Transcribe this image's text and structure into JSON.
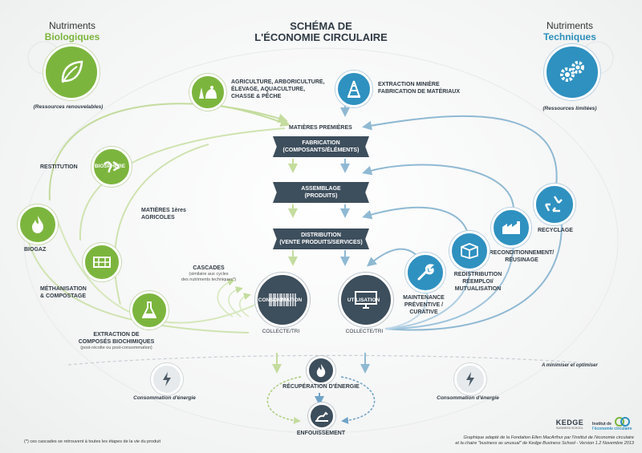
{
  "title": {
    "line1": "SCHÉMA DE",
    "line2": "L'ÉCONOMIE CIRCULAIRE"
  },
  "bio": {
    "line1": "Nutriments",
    "line2": "Biologiques",
    "note": "(Ressources renouvelables)"
  },
  "tech": {
    "line1": "Nutriments",
    "line2": "Techniques",
    "note": "(Ressources limitées)"
  },
  "agri": {
    "l1": "AGRICULTURE, ARBORICULTURE,",
    "l2": "ÉLEVAGE, AQUACULTURE,",
    "l3": "CHASSE & PÊCHE"
  },
  "mining": {
    "l1": "EXTRACTION MINIÈRE",
    "l2": "FABRICATION DE MATÉRIAUX"
  },
  "matieres": "MATIÈRES PREMIÈRES",
  "fabrication": {
    "l1": "FABRICATION",
    "l2": "(COMPOSANTS/ÉLÉMENTS)"
  },
  "assemblage": {
    "l1": "ASSEMBLAGE",
    "l2": "(PRODUITS)"
  },
  "distribution": {
    "l1": "DISTRIBUTION",
    "l2": "(VENTE PRODUITS/SERVICES)"
  },
  "restitution": "RESTITUTION",
  "biosphere": "BIOSPHÈRE",
  "biogaz": "BIOGAZ",
  "methanisation": {
    "l1": "MÉTHANISATION",
    "l2": "& COMPOSTAGE"
  },
  "extraction_bio": {
    "l1": "EXTRACTION DE",
    "l2": "COMPOSÉS BIOCHIMIQUES",
    "l3": "(post-récolte ou post-consommation)"
  },
  "matieres_agricoles": {
    "l1": "MATIÈRES 1ères",
    "l2": "AGRICOLES"
  },
  "cascades": {
    "title": "CASCADES",
    "l1": "(similaire aux cycles",
    "l2": "des nutriments techniques*)"
  },
  "consommation": {
    "label": "CONSOMMATION",
    "caption": "COLLECTE/TRI"
  },
  "utilisation": {
    "label": "UTILISATION",
    "caption": "COLLECTE/TRI"
  },
  "recyclage": "RECYCLAGE",
  "reconditionnement": {
    "l1": "RECONDITIONNEMENT/",
    "l2": "RÉUSINAGE"
  },
  "redistribution": {
    "l1": "REDISTRIBUTION",
    "l2": "RÉEMPLOI/",
    "l3": "MUTUALISATION"
  },
  "maintenance": {
    "l1": "MAINTENANCE",
    "l2": "PRÉVENTIVE /",
    "l3": "CURATIVE"
  },
  "minimiser": "A minimiser et optimiser",
  "energy_left": "Consommation d'énergie",
  "energy_right": "Consommation d'énergie",
  "recuperation": "RÉCUPÉRATION D'ÉNERGIE",
  "enfouissement": "ENFOUISSEMENT",
  "footnote": "(*) ces cascades se retrouvent à toutes les étapes de la vie du produit",
  "credits": {
    "l1": "Graphique adapté de la Fondation Ellen MacArthur par l'Institut de l'économie circulaire",
    "l2": "et la chaire \"business as unusual\" de Kedge Business School - Version 1.2 Novembre 2013"
  },
  "logos": {
    "kedge": "KEDGE",
    "kedge_sub": "BUSINESS SCHOOL",
    "institut1": "Institut de",
    "institut2": "l'économie circulaire"
  },
  "colors": {
    "green": "#7cb53e",
    "blue": "#2f91c0",
    "dark": "#3d4e5c"
  }
}
